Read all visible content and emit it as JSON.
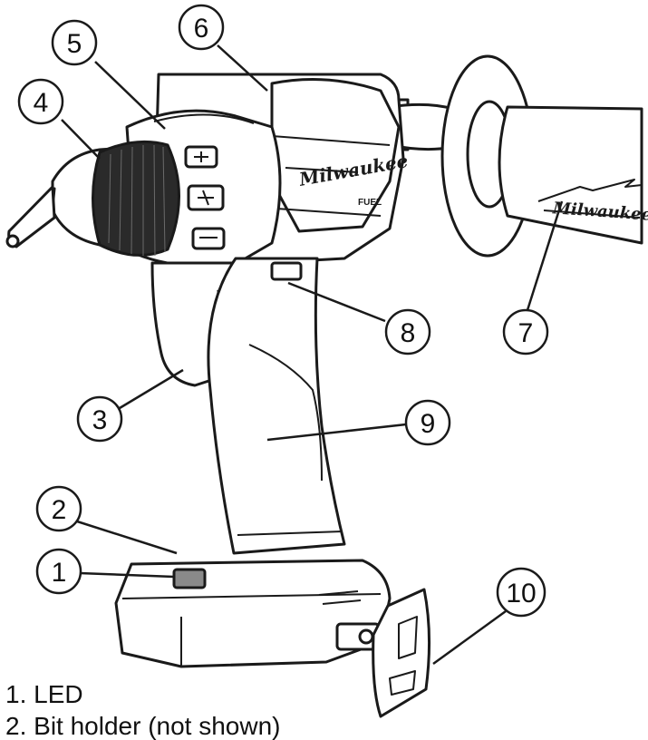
{
  "diagram": {
    "callouts": [
      {
        "id": "1",
        "label": "1"
      },
      {
        "id": "2",
        "label": "2"
      },
      {
        "id": "3",
        "label": "3"
      },
      {
        "id": "4",
        "label": "4"
      },
      {
        "id": "5",
        "label": "5"
      },
      {
        "id": "6",
        "label": "6"
      },
      {
        "id": "7",
        "label": "7"
      },
      {
        "id": "8",
        "label": "8"
      },
      {
        "id": "9",
        "label": "9"
      },
      {
        "id": "10",
        "label": "10"
      }
    ],
    "legend": [
      {
        "number": "1.",
        "text": "LED"
      },
      {
        "number": "2.",
        "text": "Bit holder (not shown)"
      }
    ],
    "housing_brand": "Milwaukee",
    "handle_brand": "Milwaukee",
    "fuel_badge": "FUEL",
    "colors": {
      "line": "#1a1a1a",
      "fill": "#ffffff",
      "chuck_dark": "#2a2a2a",
      "shade": "#8a8a8a"
    }
  }
}
